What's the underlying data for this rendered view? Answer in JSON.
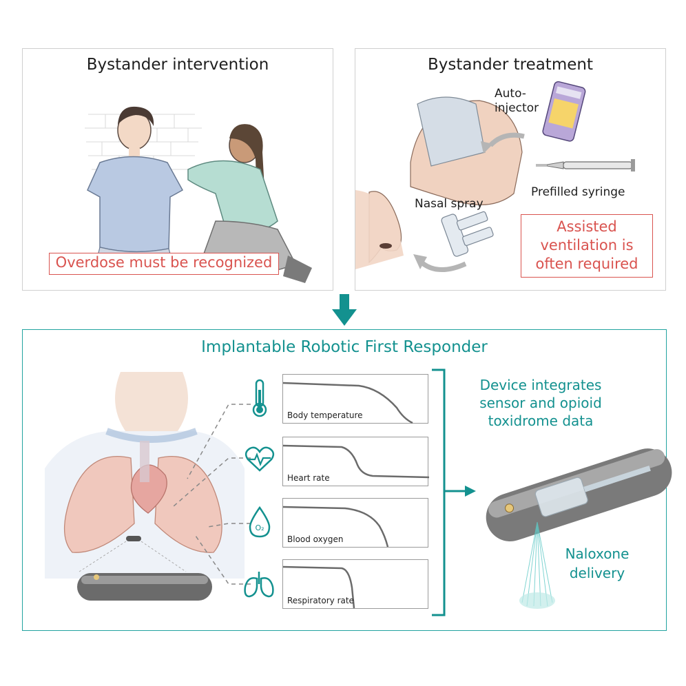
{
  "panel_left": {
    "title": "Bystander intervention",
    "warning": "Overdose must be recognized"
  },
  "panel_right": {
    "title": "Bystander treatment",
    "autoinjector_label": "Auto-\ninjector",
    "syringe_label": "Prefilled syringe",
    "nasal_label": "Nasal spray",
    "warning": "Assisted\nventilation is\noften required"
  },
  "main": {
    "title": "Implantable Robotic First Responder",
    "integrates_text": "Device integrates\nsensor and opioid\ntoxidrome data",
    "delivery_text": "Naloxone\ndelivery",
    "oxygen_subscript": "O₂",
    "graphs": [
      {
        "label": "Body temperature",
        "icon": "thermometer-icon"
      },
      {
        "label": "Heart rate",
        "icon": "heart-pulse-icon"
      },
      {
        "label": "Blood oxygen",
        "icon": "oxygen-drop-icon"
      },
      {
        "label": "Respiratory rate",
        "icon": "lungs-icon"
      }
    ]
  },
  "colors": {
    "teal": "#13918f",
    "warning_red": "#d9534f"
  }
}
